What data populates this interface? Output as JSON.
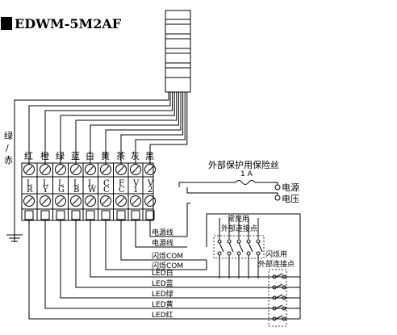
{
  "title": "EDWM-5M2AF",
  "wire_colors": [
    "红",
    "橙",
    "绿",
    "蓝",
    "白",
    "黄",
    "茶",
    "灰",
    "黑"
  ],
  "terminals": [
    {
      "top": "L",
      "bottom": "R"
    },
    {
      "top": "L",
      "bottom": "Y"
    },
    {
      "top": "L",
      "bottom": "G"
    },
    {
      "top": "L",
      "bottom": "B"
    },
    {
      "top": "L",
      "bottom": "W"
    },
    {
      "top": "C",
      "bottom": "C"
    },
    {
      "top": "F",
      "bottom": "C"
    },
    {
      "top": "V",
      "bottom": "1"
    },
    {
      "top": "V",
      "bottom": "2"
    }
  ],
  "ground_label": [
    "绿",
    "/",
    "赤"
  ],
  "fuse": {
    "label": "外部保护用保险丝",
    "rating": "1 A"
  },
  "power_labels": [
    "电源",
    "电压"
  ],
  "line_labels": [
    "电源线",
    "电源线",
    "闪烁COM",
    "闪烁COM",
    "LED白",
    "LED蓝",
    "LED绿",
    "LED黄",
    "LED红"
  ],
  "steady_contacts": {
    "line1": "常亮用",
    "line2": "外部连接点"
  },
  "flash_contacts": {
    "line1": "闪烁用",
    "line2": "外部连接点"
  }
}
